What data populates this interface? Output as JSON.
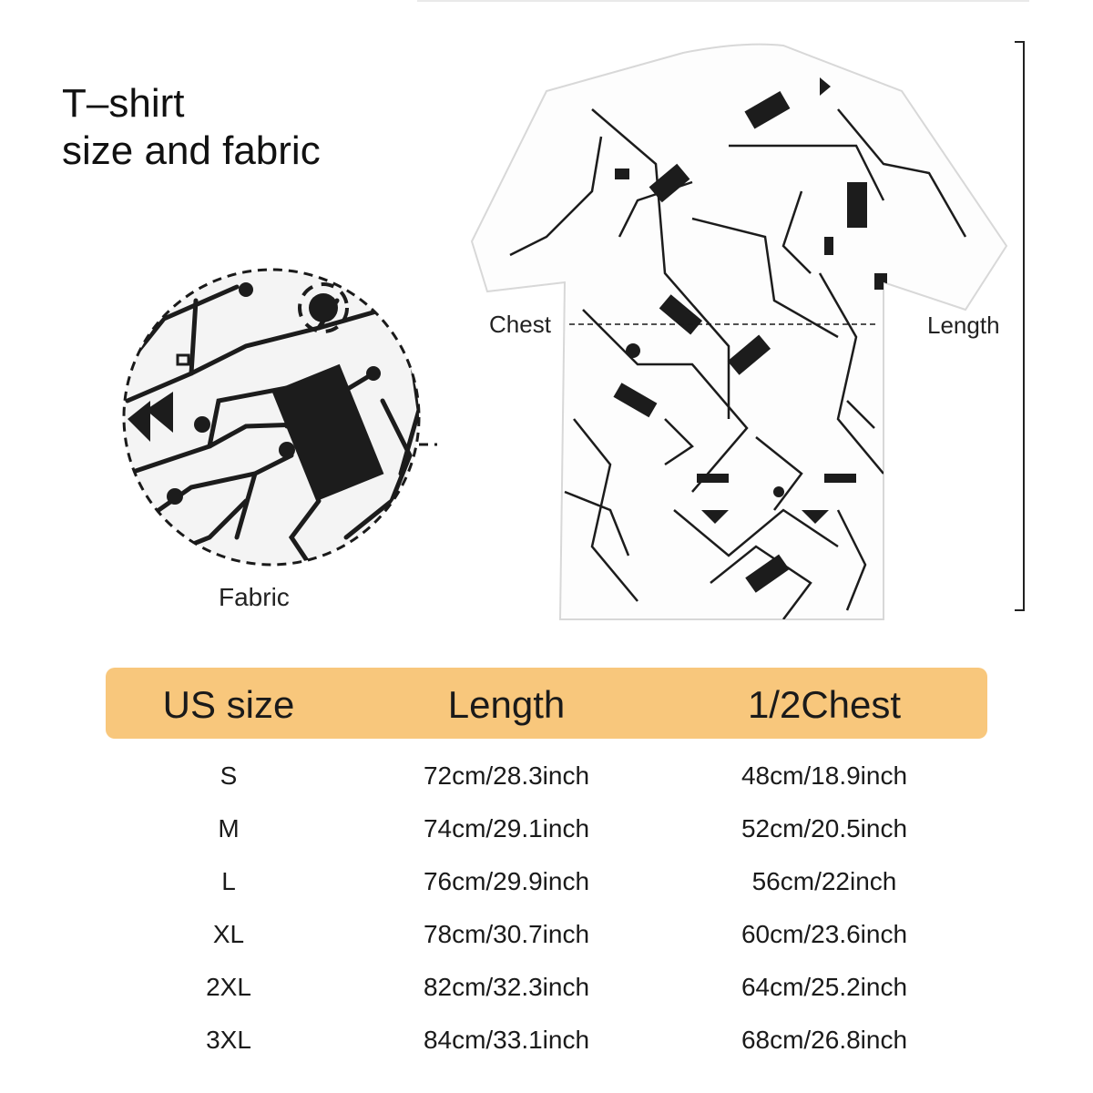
{
  "title": {
    "line1": "T–shirt",
    "line2": "size and fabric"
  },
  "fabric_label": "Fabric",
  "chest_label": "Chest",
  "length_label": "Length",
  "table": {
    "headers": [
      "US size",
      "Length",
      "1/2Chest"
    ],
    "rows": [
      {
        "size": "S",
        "length": "72cm/28.3inch",
        "chest": "48cm/18.9inch"
      },
      {
        "size": "M",
        "length": "74cm/29.1inch",
        "chest": "52cm/20.5inch"
      },
      {
        "size": "L",
        "length": "76cm/29.9inch",
        "chest": "56cm/22inch"
      },
      {
        "size": "XL",
        "length": "78cm/30.7inch",
        "chest": "60cm/23.6inch"
      },
      {
        "size": "2XL",
        "length": "82cm/32.3inch",
        "chest": "64cm/25.2inch"
      },
      {
        "size": "3XL",
        "length": "84cm/33.1inch",
        "chest": "68cm/26.8inch"
      }
    ]
  },
  "colors": {
    "header_bg": "#f8c77c",
    "print": "#1c1c1c"
  }
}
